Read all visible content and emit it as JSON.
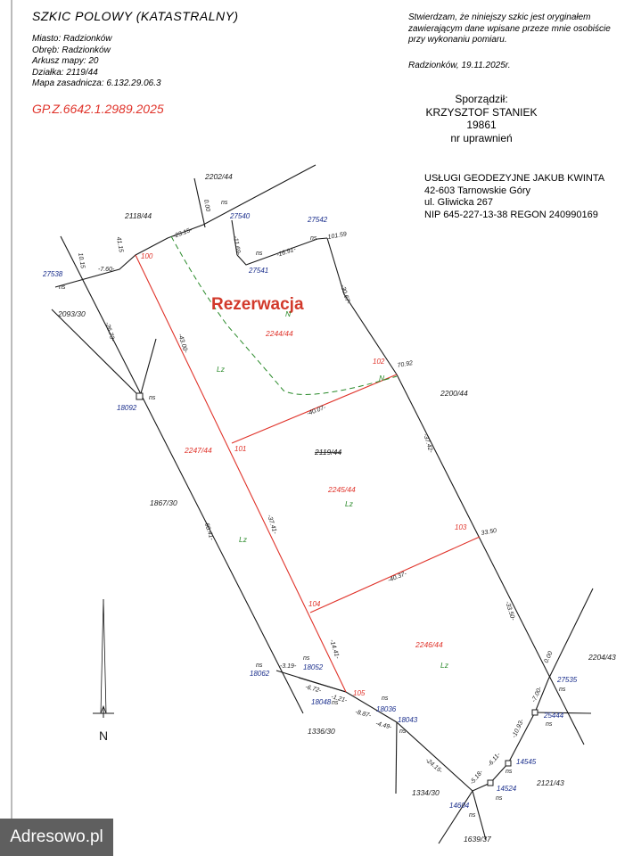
{
  "header": {
    "title": "SZKIC POLOWY (KATASTRALNY)",
    "location_lines": [
      "Miasto: Radzionków",
      "Obręb: Radzionków",
      "Arkusz mapy: 20",
      "Działka: 2119/44",
      "Mapa zasadnicza: 6.132.29.06.3"
    ],
    "reference": "GP.Z.6642.1.2989.2025"
  },
  "certification": {
    "lines": [
      "Stwierdzam, że niniejszy szkic jest oryginałem",
      "zawierającym dane wpisane przeze mnie osobiście",
      "przy wykonaniu pomiaru."
    ],
    "date": "Radzionków, 19.11.2025r."
  },
  "signature": {
    "label": "Sporządził:",
    "name": "KRZYSZTOF STANIEK",
    "license_no": "19861",
    "license_label": "nr uprawnień"
  },
  "company": {
    "lines": [
      "USŁUGI GEODEZYJNE JAKUB KWINTA",
      "42-603 Tarnowskie Góry",
      "ul. Gliwicka 267",
      "NIP 645-227-13-38 REGON 240990169"
    ]
  },
  "map": {
    "reservation_label": "Rezerwacja",
    "north_label": "N",
    "colors": {
      "lines": "#1a1a1a",
      "new_boundary": "#e0332a",
      "point_numbers": "#1a2e8c",
      "land_use": "#2a8a2a",
      "reservation": "#d2392b"
    },
    "parcels_black": [
      "2202/44",
      "2118/44",
      "2093/30",
      "1867/30",
      "2200/44",
      "2204/43",
      "2121/43",
      "1336/30",
      "1334/30",
      "1639/37"
    ],
    "parcel_struck": "2119/44",
    "parcels_red": [
      "2244/44",
      "2247/44",
      "2245/44",
      "2246/44"
    ],
    "new_points": [
      "100",
      "101",
      "102",
      "103",
      "104",
      "105"
    ],
    "existing_points": [
      "27540",
      "27542",
      "27541",
      "27538",
      "18092",
      "18062",
      "18052",
      "18048",
      "18036",
      "18043",
      "14604",
      "14524",
      "14545",
      "25444",
      "27535"
    ],
    "land_use_labels": [
      "N",
      "N",
      "Lz",
      "Lz",
      "Lz",
      "Lz"
    ],
    "ns_label": "ns",
    "dimensions": [
      "-7.60-",
      "-23.15-",
      "-11.69-",
      "-16.91-",
      "101.59",
      "-30.67-",
      "70.92",
      "-37.42-",
      "33.50",
      "-33.50-",
      "-43.00-",
      "-40.07-",
      "-37.41-",
      "-40.37-",
      "-14.41-",
      "-26.73-",
      "-60.41-",
      "-3.19-",
      "-6.72-",
      "-1.21-",
      "-8.87-",
      "-4.49-",
      "-24.15-",
      "-5.18-",
      "-6.11-",
      "-10.93-",
      "-7.00-",
      "0.00",
      "41.15",
      "10.15",
      "0.00"
    ]
  },
  "watermark": "Adresowo.pl"
}
